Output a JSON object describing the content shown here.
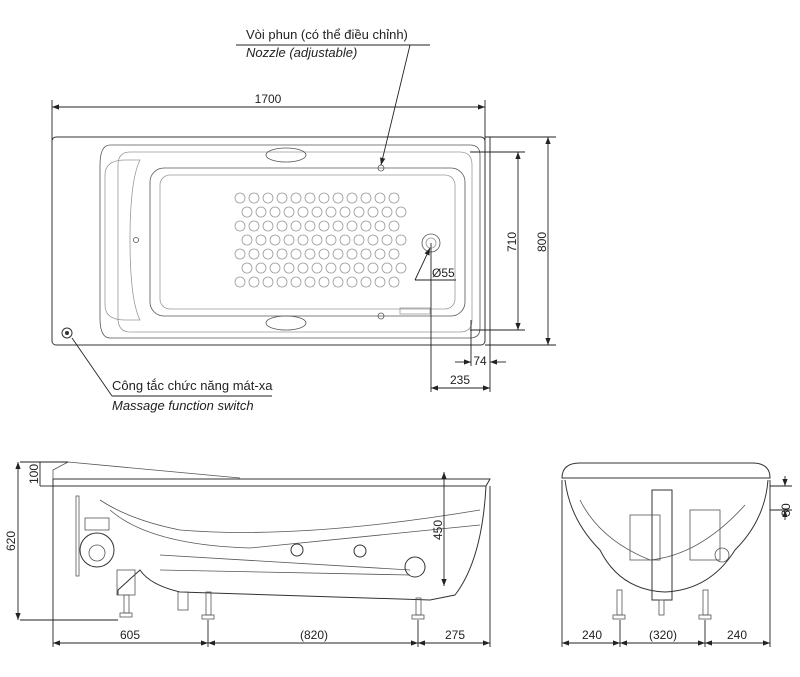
{
  "labels": {
    "nozzle_vi": "Vòi phun (có thể điều chỉnh)",
    "nozzle_en": "Nozzle (adjustable)",
    "switch_vi": "Công tắc chức năng mát-xa",
    "switch_en": "Massage function switch"
  },
  "top_view": {
    "length": "1700",
    "width_outer": "800",
    "width_inner": "710",
    "drain_diameter": "Ø55",
    "offset_74": "74",
    "offset_235": "235"
  },
  "side_view": {
    "height": "620",
    "rim_drop": "100",
    "depth": "450",
    "leg_left": "605",
    "leg_span": "(820)",
    "leg_right": "275"
  },
  "end_view": {
    "rim": "30",
    "left": "240",
    "span": "(320)",
    "right": "240"
  }
}
